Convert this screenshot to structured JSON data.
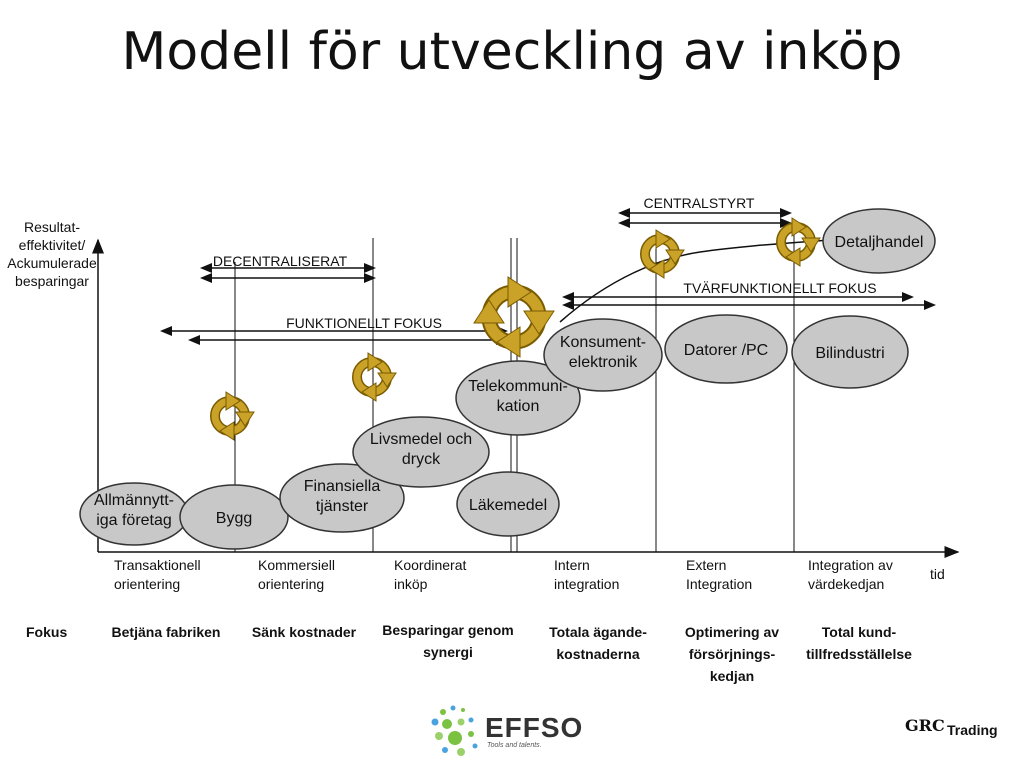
{
  "slide": {
    "title": "Modell för utveckling  av inköp"
  },
  "axes": {
    "y_label": [
      "Resultat-",
      "effektivitet/",
      "Ackumulerade",
      "besparingar"
    ],
    "x_label": "tid"
  },
  "bands": {
    "decentraliserat": "DECENTRALISERAT",
    "funktionellt_fokus": "FUNKTIONELLT FOKUS",
    "centralstyrt": "CENTRALSTYRT",
    "tvarfunktionellt_fokus": "TVÄRFUNKTIONELLT FOKUS"
  },
  "industries": [
    "Allmännytt-\niga företag",
    "Bygg",
    "Finansiella\ntjänster",
    "Livsmedel och\ndryck",
    "Läkemedel",
    "Telekommuni-\nkation",
    "Konsument-\nelektronik",
    "Datorer /PC",
    "Bilindustri",
    "Detaljhandel"
  ],
  "stages": [
    "Transaktionell\norientering",
    "Kommersiell\norientering",
    "Koordinerat\ninköp",
    "Intern\nintegration",
    "Extern\nIntegration",
    "Integration av\nvärdekedjan"
  ],
  "focus": {
    "label": "Fokus",
    "items": [
      "Betjäna fabriken",
      "Sänk kostnader",
      "Besparingar genom\nsynergi",
      "Totala ägande-\nkostnaderna",
      "Optimering av\nförsörjnings-\nkedjan",
      "Total kund-\ntillfredsställelse"
    ]
  },
  "logos": {
    "effso_text": "EFFSO",
    "effso_tagline": "Tools and talents.",
    "grc_mark": "GRC",
    "grc_text": "Trading"
  },
  "colors": {
    "ellipse_fill": "#c8c8c8",
    "ellipse_stroke": "#333333",
    "cycle_gold": "#c9a227",
    "cycle_stroke": "#7a5c00"
  }
}
